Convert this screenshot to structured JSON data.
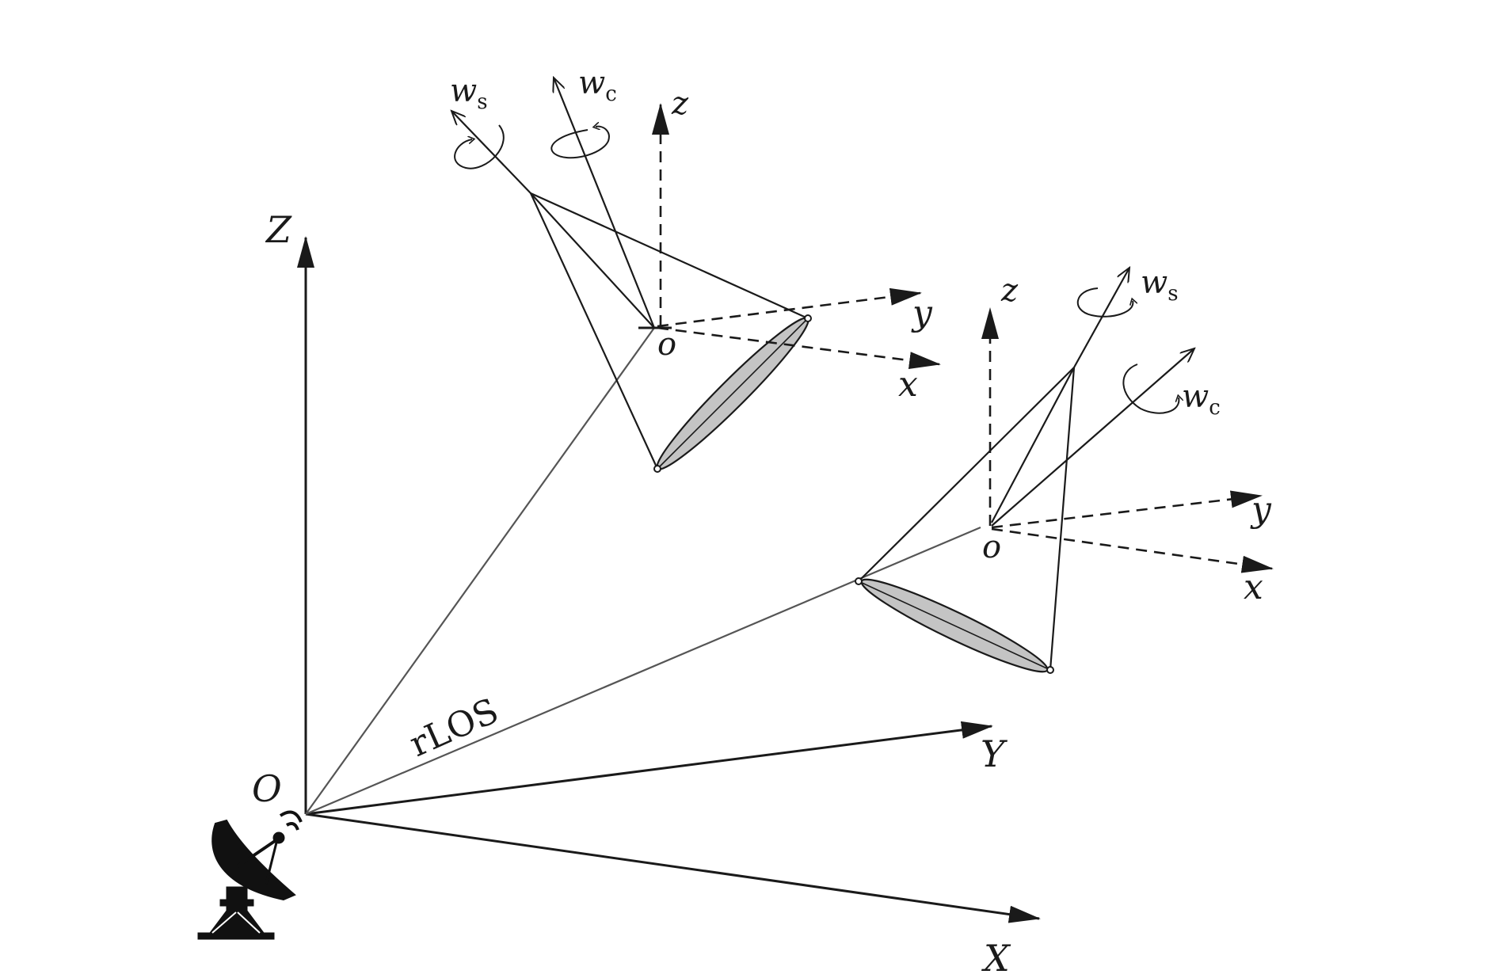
{
  "diagram": {
    "labels": {
      "global_origin": "O",
      "global_x": "X",
      "global_y": "Y",
      "global_z": "Z",
      "line_of_sight": "rLOS"
    },
    "target_left": {
      "origin": "o",
      "axis_x": "x",
      "axis_y": "y",
      "axis_z": "z",
      "spin_symbol": "w",
      "spin_subscript": "s",
      "coning_symbol": "w",
      "coning_subscript": "c"
    },
    "target_right": {
      "origin": "o",
      "axis_x": "x",
      "axis_y": "y",
      "axis_z": "z",
      "spin_symbol": "w",
      "spin_subscript": "s",
      "coning_symbol": "w",
      "coning_subscript": "c"
    },
    "colors": {
      "ink": "#1a1a1a",
      "los_line": "#555555",
      "base_fill": "#c4c4c4"
    },
    "icons": [
      "radar-dish-icon"
    ]
  }
}
